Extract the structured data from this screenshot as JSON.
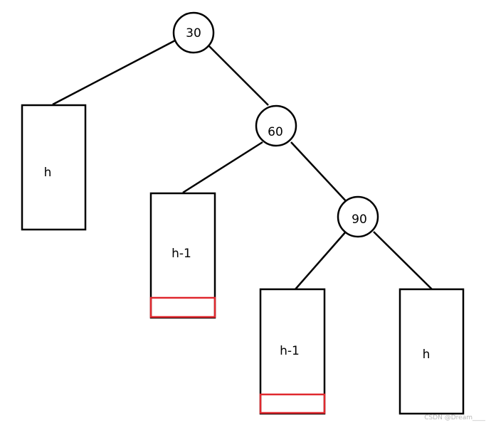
{
  "nodes": {
    "n30": "30",
    "n60": "60",
    "n90": "90"
  },
  "subtrees": {
    "left_of_30": "h",
    "left_of_60": "h-1",
    "left_of_90": "h-1",
    "right_of_90": "h"
  },
  "colors": {
    "stroke": "#000000",
    "highlight": "#e0282e"
  },
  "watermark": "CSDN @Dream____"
}
